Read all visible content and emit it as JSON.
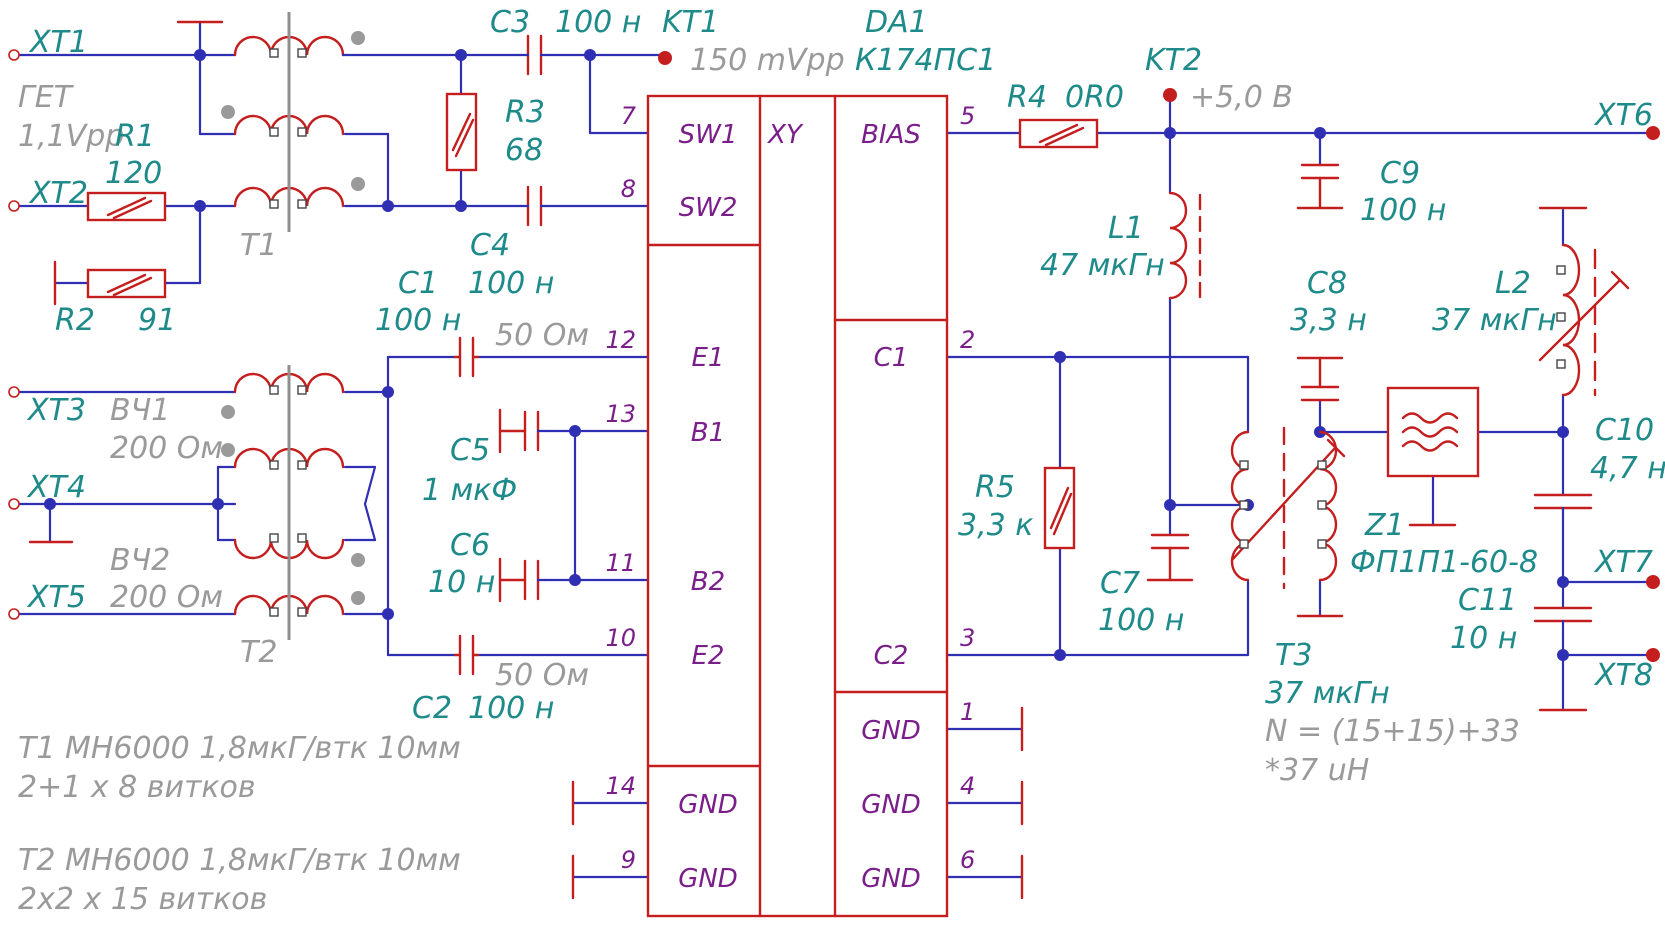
{
  "labels": {
    "xt1": "XT1",
    "xt2": "XT2",
    "xt3": "XT3",
    "xt4": "XT4",
    "xt5": "XT5",
    "xt6": "XT6",
    "xt7": "XT7",
    "xt8": "XT8",
    "get": "ГЕТ",
    "vpp": "1,1Vpp",
    "r1": "R1",
    "r1v": "120",
    "r2": "R2",
    "r2v": "91",
    "r3": "R3",
    "r3v": "68",
    "r4": "R4",
    "r4v": "0R0",
    "r5": "R5",
    "r5v": "3,3 к",
    "c1": "C1",
    "c1v": "100 н",
    "c2": "C2",
    "c2v": "100 н",
    "c3": "C3",
    "c3v": "100 н",
    "c4": "C4",
    "c4v": "100 н",
    "c5": "C5",
    "c5v": "1 мкФ",
    "c6": "C6",
    "c6v": "10 н",
    "c7": "C7",
    "c7v": "100 н",
    "c8": "C8",
    "c8v": "3,3 н",
    "c9": "C9",
    "c9v": "100 н",
    "c10": "C10",
    "c10v": "4,7 н",
    "c11": "C11",
    "c11v": "10 н",
    "kt1": "KT1",
    "kt1v": "150 mVpp",
    "kt2": "KT2",
    "kt2v": "+5,0 В",
    "da1": "DA1",
    "da1v": "К174ПС1",
    "l1": "L1",
    "l1v": "47 мкГн",
    "l2": "L2",
    "l2v": "37 мкГн",
    "t1": "T1",
    "t2": "T2",
    "t3": "T3",
    "t3v": "37 мкГн",
    "t3n": "N = (15+15)+33",
    "t3u": "*37 uH",
    "z1": "Z1",
    "z1v": "ФП1П1-60-8",
    "hf1": "ВЧ1",
    "hf1o": "200 Ом",
    "hf2": "ВЧ2",
    "hf2o": "200 Ом",
    "ohm1": "50 Ом",
    "ohm2": "50 Ом",
    "note1a": "T1 MH6000 1,8мкГ/втк 10мм",
    "note1b": "2+1 x 8 витков",
    "note2a": "T2 MH6000 1,8мкГ/втк 10мм",
    "note2b": "2x2 x 15 витков"
  },
  "ic": {
    "center": "XY",
    "pins_left": [
      {
        "num": "7",
        "name": "SW1"
      },
      {
        "num": "8",
        "name": "SW2"
      },
      {
        "num": "12",
        "name": "E1"
      },
      {
        "num": "13",
        "name": "B1"
      },
      {
        "num": "11",
        "name": "B2"
      },
      {
        "num": "10",
        "name": "E2"
      },
      {
        "num": "14",
        "name": "GND"
      },
      {
        "num": "9",
        "name": "GND"
      }
    ],
    "pins_right": [
      {
        "num": "5",
        "name": "BIAS"
      },
      {
        "num": "2",
        "name": "C1"
      },
      {
        "num": "3",
        "name": "C2"
      },
      {
        "num": "1",
        "name": "GND"
      },
      {
        "num": "4",
        "name": "GND"
      },
      {
        "num": "6",
        "name": "GND"
      }
    ]
  }
}
